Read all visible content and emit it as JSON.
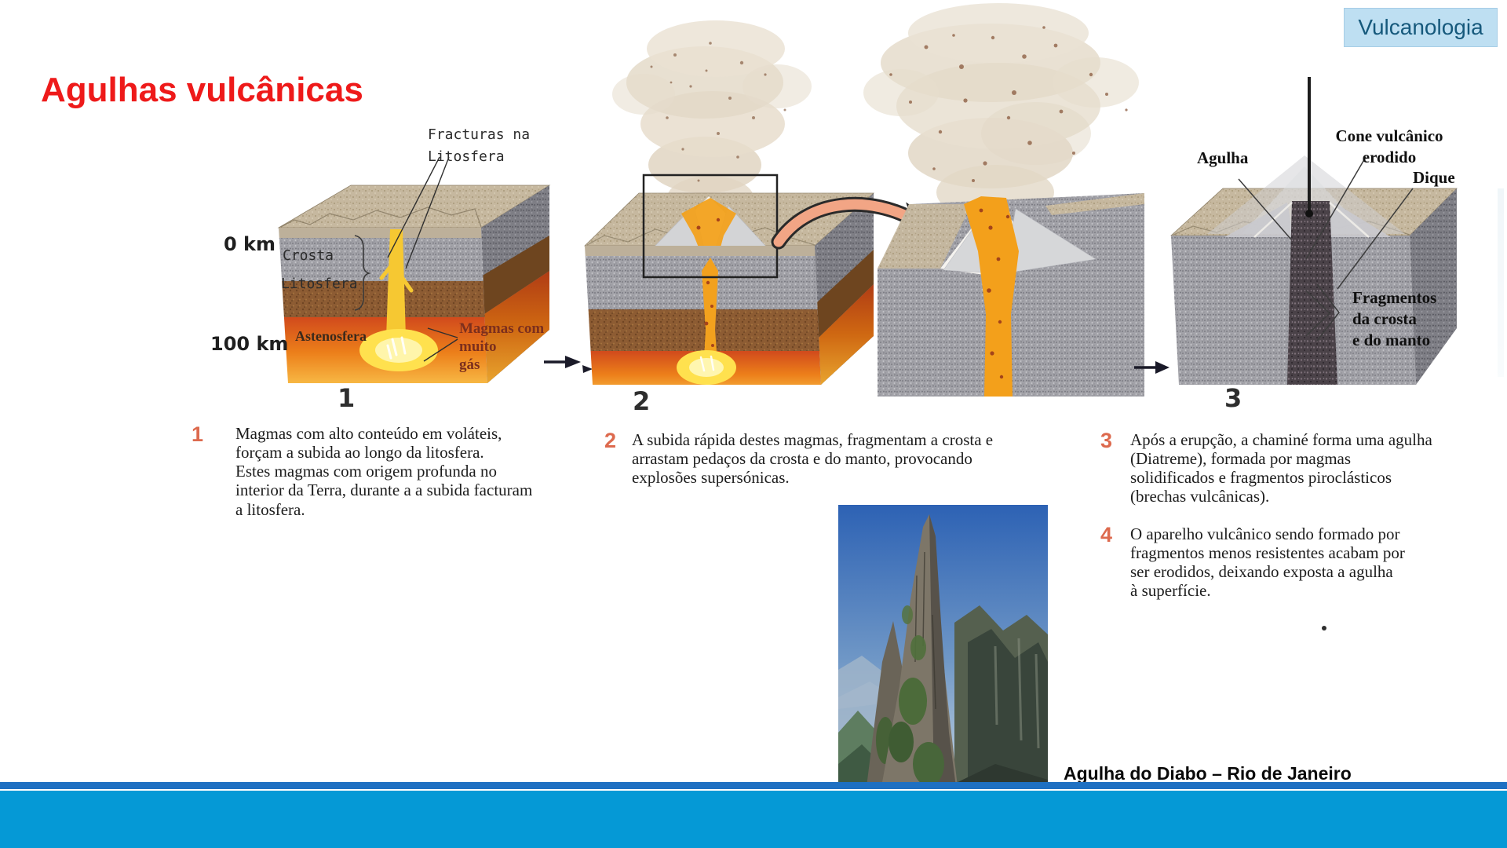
{
  "header": {
    "badge": "Vulcanologia",
    "title": "Agulhas vulcânicas"
  },
  "figure": {
    "stage1": {
      "number": "1",
      "fracturas_label": "Fracturas na\nLitosfera",
      "depth_top": "0 km",
      "crosta": "Crosta",
      "litosfera": "Litosfera",
      "depth_bottom": "100 km",
      "astenosfera": "Astenosfera",
      "magmas_label": "Magmas com\nmuito\ngás"
    },
    "stage2": {
      "number": "2"
    },
    "stage3": {
      "number": "3",
      "agulha": "Agulha",
      "cone": "Cone vulcânico\nerodido",
      "dique": "Dique",
      "fragmentos": "Fragmentos\nda crosta\ne do manto"
    }
  },
  "notes": [
    {
      "number": "1",
      "text": "Magmas com alto conteúdo em voláteis,\nforçam a subida ao longo da litosfera.\nEstes magmas com origem profunda no\ninterior da Terra, durante a a subida facturam\na litosfera."
    },
    {
      "number": "2",
      "text": "A subida rápida destes magmas, fragmentam a crosta e\narrastam pedaços da crosta e do manto, provocando\nexplosões supersónicas."
    },
    {
      "number": "3",
      "text": "Após a erupção, a chaminé forma uma agulha\n(Diatreme), formada por magmas\nsolidificados e fragmentos piroclásticos\n(brechas vulcânicas)."
    },
    {
      "number": "4",
      "text": "O aparelho vulcânico sendo formado por\nfragmentos menos resistentes acabam por\nser erodidos, deixando exposta a agulha\nà superfície."
    }
  ],
  "photo": {
    "caption": "Agulha do Diabo – Rio de Janeiro"
  },
  "colors": {
    "title_red": "#ee1a1a",
    "badge_bg": "#bedff2",
    "badge_text": "#16597c",
    "note_number": "#dd6a4e",
    "bar_dark": "#1e70c2",
    "bar_light": "#0599d6"
  }
}
